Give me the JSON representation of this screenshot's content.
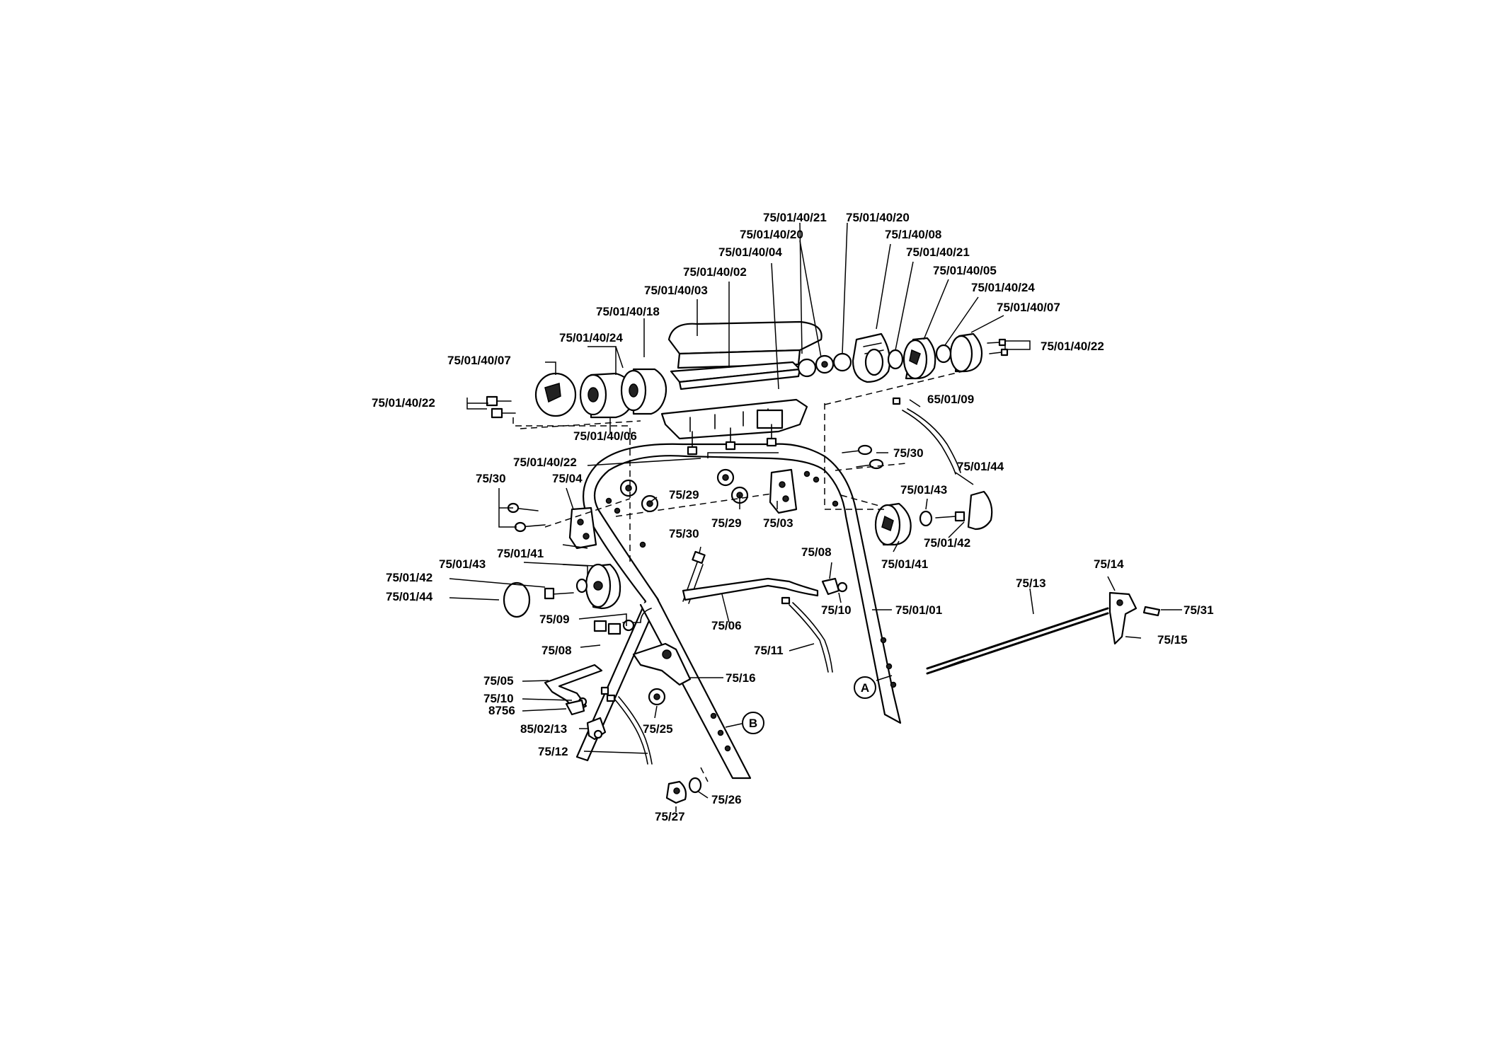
{
  "labels": {
    "l01": "75/01/40/21",
    "l02": "75/01/40/20",
    "l03": "75/01/40/20",
    "l04": "75/1/40/08",
    "l05": "75/01/40/04",
    "l06": "75/01/40/21",
    "l07": "75/01/40/02",
    "l08": "75/01/40/05",
    "l09": "75/01/40/03",
    "l10": "75/01/40/24",
    "l11": "75/01/40/18",
    "l12": "75/01/40/07",
    "l13": "75/01/40/24",
    "l14": "75/01/40/22",
    "l15": "75/01/40/07",
    "l16": "75/01/40/22",
    "l17": "65/01/09",
    "l18": "75/01/40/06",
    "l19": "75/01/40/22",
    "l20": "75/30",
    "l21": "75/01/44",
    "l22": "75/30",
    "l23": "75/04",
    "l24": "75/29",
    "l25": "75/01/43",
    "l26": "75/29",
    "l27": "75/03",
    "l28": "75/01/42",
    "l29": "75/30",
    "l30": "75/01/41",
    "l31": "75/08",
    "l32": "75/01/41",
    "l33": "75/01/43",
    "l34": "75/14",
    "l35": "75/01/42",
    "l36": "75/13",
    "l37": "75/01/44",
    "l38": "75/10",
    "l39": "75/01/01",
    "l40": "75/31",
    "l41": "75/09",
    "l42": "75/06",
    "l43": "75/15",
    "l44": "75/08",
    "l45": "75/11",
    "l46": "75/05",
    "l47": "75/16",
    "l48": "75/10",
    "l49": "8756",
    "l50": "85/02/13",
    "l51": "75/25",
    "l52": "75/12",
    "l53": "75/26",
    "l54": "75/27"
  },
  "callouts": {
    "a": "A",
    "b": "B"
  }
}
